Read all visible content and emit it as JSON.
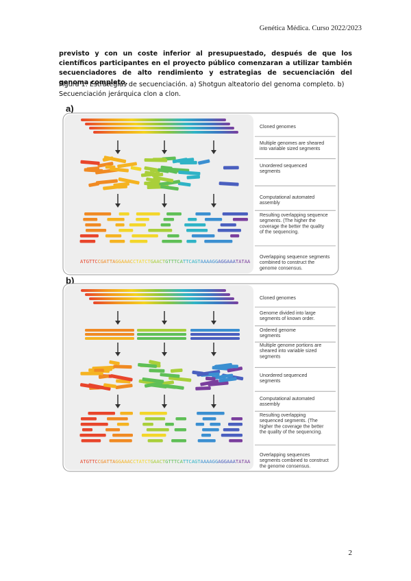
{
  "header": "Genética Médica. Curso 2022/2023",
  "paragraph": "previsto y con un coste inferior al presupuestado, después de que los científicos participantes en el proyecto público comenzaran a utilizar también secuenciadores de alto rendimiento y estrategias de secuenciación del genoma completo.",
  "caption": "Figura 1: Estrategias de secuenciación. a) Shotgun alteatorio del genoma completo. b) Secuenciación jerárquica clon a clon.",
  "page_number": "2",
  "figure": {
    "panel_a": {
      "label": "a)",
      "steps": [
        [
          "Cloned genomes"
        ],
        [
          "Multiple genomes are sheared",
          "into variable sized segments"
        ],
        [
          "Unordered sequenced",
          "segments"
        ],
        [
          "Computational automated",
          "assembly"
        ],
        [
          "Resulting overlapping sequence",
          "segments. (The higher the",
          "coverage the better the quality",
          "of the sequencing."
        ],
        [
          "Overlapping sequence segments",
          "combined to construct the",
          "genome consensus."
        ]
      ]
    },
    "panel_b": {
      "label": "b)",
      "steps": [
        [
          "Cloned genomes"
        ],
        [
          "Genome divided into large",
          "segments of known order."
        ],
        [
          "Ordered genome",
          "segments"
        ],
        [
          "Multiple genome portions are",
          "sheared into variable sized",
          "segments"
        ],
        [
          "Unordered sequenced",
          "segments"
        ],
        [
          "Computational automated",
          "assembly"
        ],
        [
          "Resulting overlapping",
          "sequenced segments. (The",
          "higher the coverage the better",
          "the quality of the sequencing."
        ],
        [
          "Overlapping sequences",
          "segments combined to construct",
          "the genome consensus."
        ]
      ]
    },
    "consensus_sequence": "ATGTTCCGATTAGGAAACCTATCTGAACTGTTTCATTCAGTAAAAGGAGGAAATATAA"
  }
}
